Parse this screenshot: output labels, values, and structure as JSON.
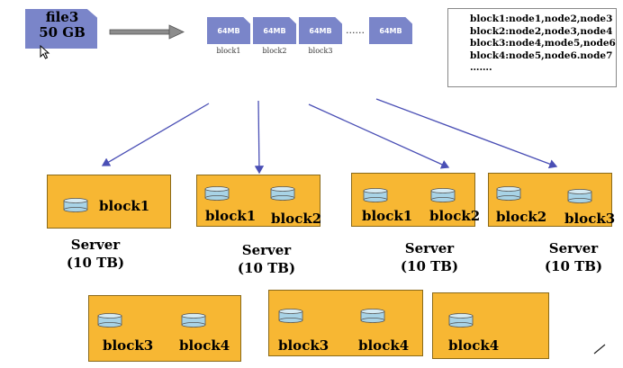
{
  "file": {
    "name": "file3",
    "size": "50 GB"
  },
  "chips": [
    {
      "size": "64MB",
      "label": "block1"
    },
    {
      "size": "64MB",
      "label": "block2"
    },
    {
      "size": "64MB",
      "label": "block3"
    },
    {
      "size": "64MB",
      "label": ""
    }
  ],
  "chip_ellipsis": "......",
  "legend": {
    "lines": [
      "block1:node1,node2,node3",
      "block2:node2,node3,node4",
      "block3:node4,mode5,node6",
      "block4:node5,node6.node7",
      "……."
    ]
  },
  "servers_top": [
    {
      "blocks": [
        "block1"
      ],
      "caption_line1": "Server",
      "caption_line2": "(10 TB)"
    },
    {
      "blocks": [
        "block1",
        "block2"
      ],
      "caption_line1": "Server",
      "caption_line2": "(10 TB)"
    },
    {
      "blocks": [
        "block1",
        "block2"
      ],
      "caption_line1": "Server",
      "caption_line2": "(10 TB)"
    },
    {
      "blocks": [
        "block2",
        "block3"
      ],
      "caption_line1": "Server",
      "caption_line2": "(10 TB)"
    }
  ],
  "servers_bottom": [
    {
      "blocks": [
        "block3",
        "block4"
      ]
    },
    {
      "blocks": [
        "block3",
        "block4"
      ]
    },
    {
      "blocks": [
        "block4"
      ]
    }
  ],
  "colors": {
    "file_fill": "#7a85c9",
    "server_fill": "#f7b733",
    "arrow_color": "#4a4fb5",
    "drum_fill": "#a8d3e6"
  }
}
